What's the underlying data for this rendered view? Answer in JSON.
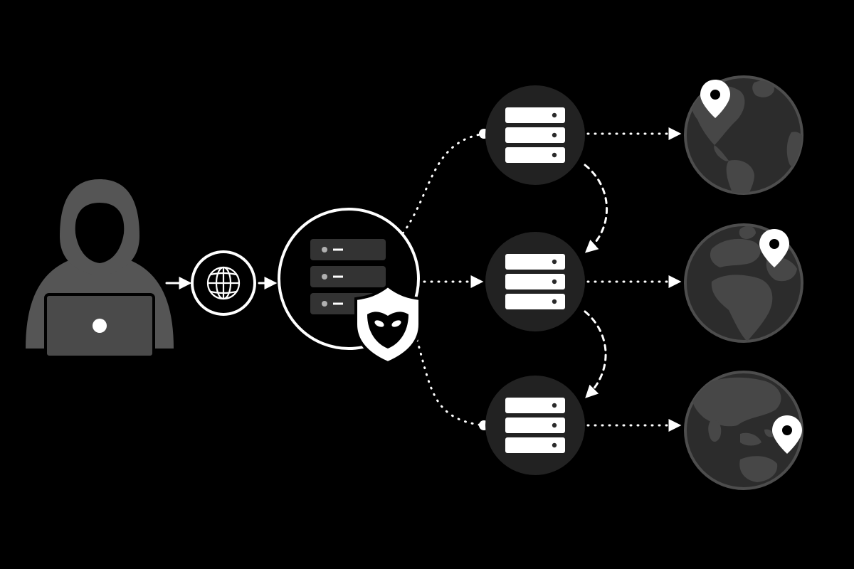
{
  "colors": {
    "background": "#000000",
    "foreground": "#ffffff",
    "node_fill": "#222222",
    "figure_gray": "#555555",
    "laptop_gray": "#4a4a4a",
    "globe_ocean": "#2c2c2c",
    "globe_land": "#474747",
    "globe_rim": "#4d4d4d",
    "server_slot": "#2a2a2a",
    "led": "#b0b0b0"
  },
  "nodes": {
    "user": {
      "icon": "hooded-hacker-with-laptop-icon"
    },
    "internet": {
      "icon": "globe-icon"
    },
    "proxy_gateway": {
      "icon": "server-stack-icon",
      "badge_icon": "masked-shield-icon"
    },
    "proxy_servers": [
      {
        "id": "proxy-server-1",
        "icon": "server-icon"
      },
      {
        "id": "proxy-server-2",
        "icon": "server-icon"
      },
      {
        "id": "proxy-server-3",
        "icon": "server-icon"
      }
    ],
    "destinations": [
      {
        "id": "globe-americas",
        "icon": "earth-globe-icon",
        "marker_icon": "location-pin-icon"
      },
      {
        "id": "globe-europe-africa",
        "icon": "earth-globe-icon",
        "marker_icon": "location-pin-icon"
      },
      {
        "id": "globe-asia-oceania",
        "icon": "earth-globe-icon",
        "marker_icon": "location-pin-icon"
      }
    ]
  },
  "connections": [
    {
      "from": "user",
      "to": "internet",
      "style": "solid"
    },
    {
      "from": "internet",
      "to": "proxy_gateway",
      "style": "solid"
    },
    {
      "from": "proxy_gateway",
      "to": "proxy-server-1",
      "style": "dotted"
    },
    {
      "from": "proxy_gateway",
      "to": "proxy-server-2",
      "style": "dotted"
    },
    {
      "from": "proxy_gateway",
      "to": "proxy-server-3",
      "style": "dotted"
    },
    {
      "from": "proxy-server-1",
      "to": "proxy-server-2",
      "style": "dashed"
    },
    {
      "from": "proxy-server-2",
      "to": "proxy-server-3",
      "style": "dashed"
    },
    {
      "from": "proxy-server-1",
      "to": "globe-americas",
      "style": "dotted"
    },
    {
      "from": "proxy-server-2",
      "to": "globe-europe-africa",
      "style": "dotted"
    },
    {
      "from": "proxy-server-3",
      "to": "globe-asia-oceania",
      "style": "dotted"
    }
  ]
}
